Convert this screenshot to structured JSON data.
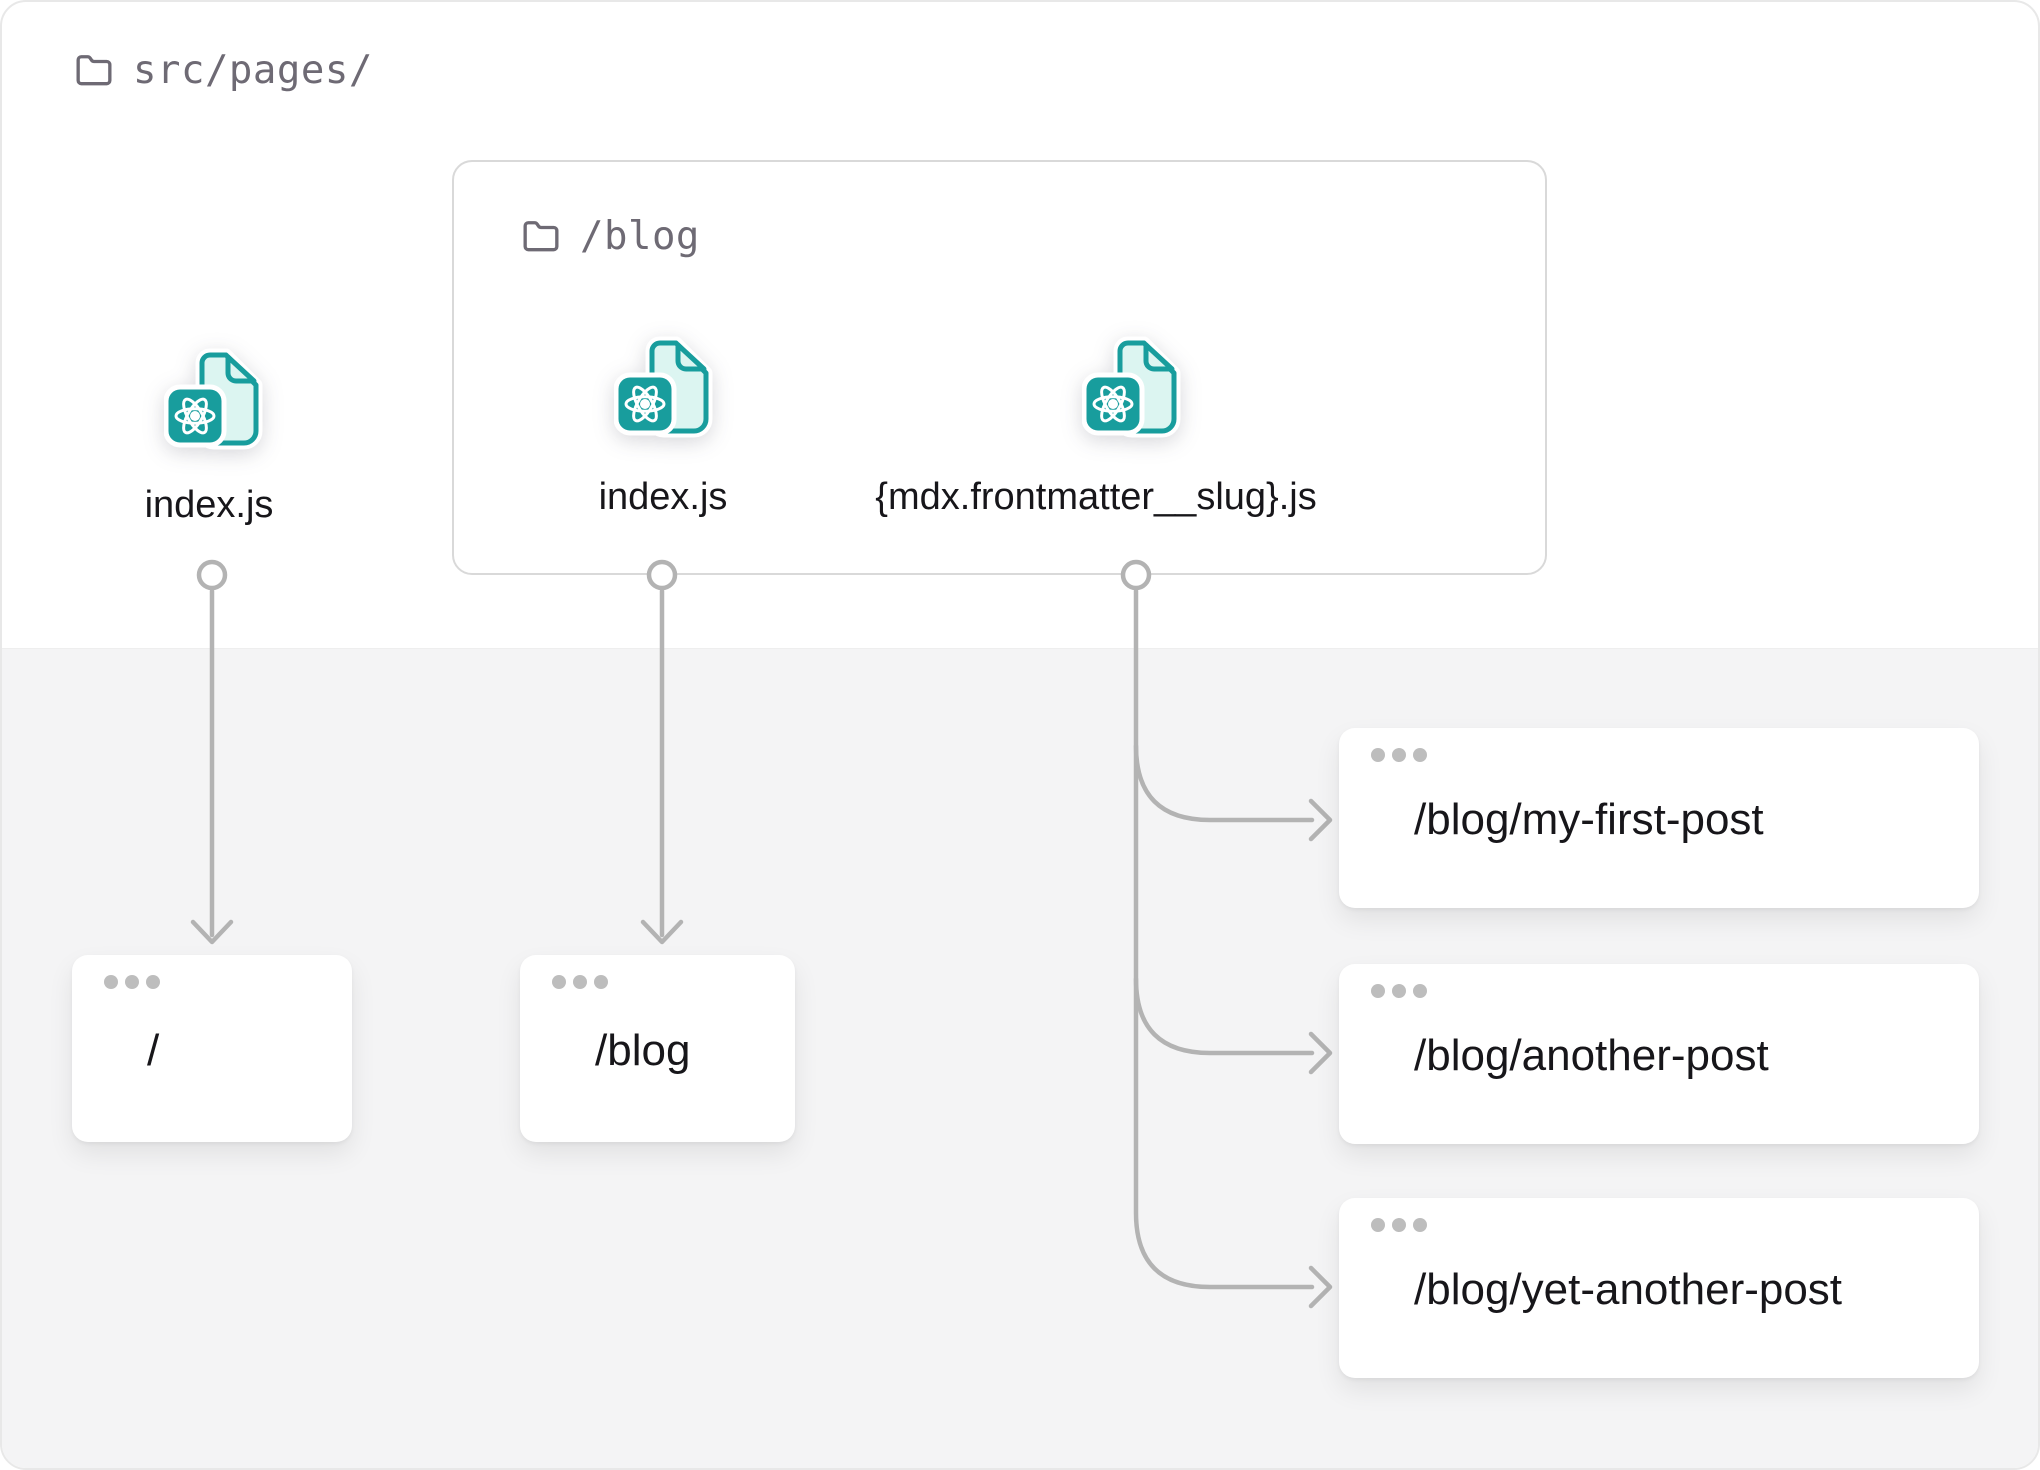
{
  "src_folder": {
    "label": "src/pages/"
  },
  "blog_folder": {
    "label": "/blog"
  },
  "files": {
    "root_index": "index.js",
    "blog_index": "index.js",
    "blog_slug": "{mdx.frontmatter__slug}.js"
  },
  "routes": {
    "home": "/",
    "blog": "/blog",
    "post1": "/blog/my-first-post",
    "post2": "/blog/another-post",
    "post3": "/blog/yet-another-post"
  },
  "icons": {
    "folder": "folder-icon",
    "react_file": "react-file-icon",
    "window_dots": "browser-window-dots"
  },
  "colors": {
    "teal": "#189d9d",
    "teal_light": "#dcf5f1",
    "line": "#b3b3b3",
    "dot": "#bdbdbd",
    "bg_upper": "#ffffff",
    "bg_lower": "#f4f4f5",
    "text_dark": "#17161a",
    "text_muted": "#6e6a74",
    "box_border": "#d9d9d9"
  }
}
